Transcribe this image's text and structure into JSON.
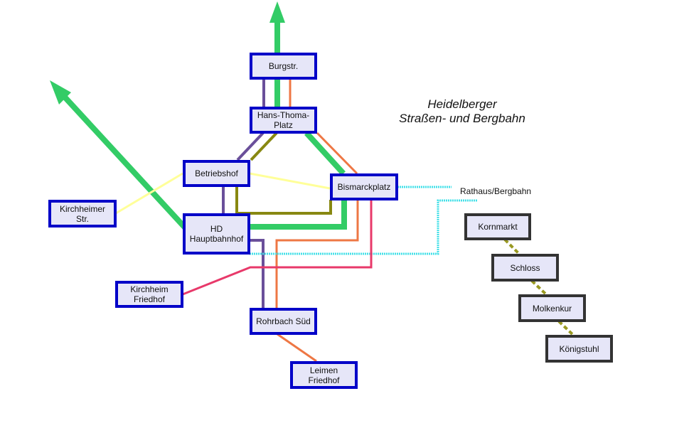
{
  "title": "Heidelberger\nStraßen- und Bergbahn",
  "labels": {
    "rathaus": "Rathaus/Bergbahn"
  },
  "colors": {
    "green": "#33cc66",
    "purple": "#6a4f9a",
    "orange": "#ee7744",
    "olive": "#888811",
    "yellow": "#ffff99",
    "pink": "#e8396a",
    "cyan": "#44e0e8",
    "bergbahn": "#999922",
    "station_border": "#0000c8",
    "bergbahn_border": "#333333",
    "station_fill": "#e6e6f8"
  },
  "stations": {
    "burgstr": "Burgstr.",
    "hans_thoma_platz": "Hans-Thoma-\nPlatz",
    "betriebshof": "Betriebshof",
    "bismarckplatz": "Bismarckplatz",
    "kirchheimer_str": "Kirchheimer\nStr.",
    "hd_hauptbahnhof": "HD\nHauptbahnhof",
    "kirchheim_friedhof": "Kirchheim\nFriedhof",
    "rohrbach_sued": "Rohrbach Süd",
    "leimen_friedhof": "Leimen\nFriedhof"
  },
  "bergbahn_stations": {
    "kornmarkt": "Kornmarkt",
    "schloss": "Schloss",
    "molkenkur": "Molkenkur",
    "koenigstuhl": "Königstuhl"
  },
  "routes": [
    {
      "name": "green",
      "from": "HD Hauptbahnhof",
      "via": [
        "Bismarckplatz",
        "Hans-Thoma-Platz",
        "Burgstr."
      ],
      "continues": "north"
    },
    {
      "name": "green-west",
      "from": "HD Hauptbahnhof",
      "continues": "north-west"
    },
    {
      "name": "purple",
      "from": "Burgstr.",
      "via": [
        "Hans-Thoma-Platz",
        "Betriebshof",
        "HD Hauptbahnhof"
      ],
      "to": "Rohrbach Süd"
    },
    {
      "name": "orange",
      "from": "Burgstr.",
      "via": [
        "Hans-Thoma-Platz",
        "Bismarckplatz",
        "Rohrbach Süd"
      ],
      "to": "Leimen Friedhof"
    },
    {
      "name": "olive",
      "from": "Hans-Thoma-Platz",
      "via": [
        "Betriebshof",
        "HD Hauptbahnhof"
      ],
      "to": "Bismarckplatz"
    },
    {
      "name": "yellow",
      "from": "Kirchheimer Str.",
      "via": [
        "Betriebshof"
      ],
      "to": "Bismarckplatz"
    },
    {
      "name": "pink",
      "from": "Bismarckplatz",
      "to": "Kirchheim Friedhof"
    },
    {
      "name": "cyan",
      "from": "Bismarckplatz",
      "via": [
        "Rathaus/Bergbahn"
      ],
      "to": "HD Hauptbahnhof",
      "style": "dotted"
    },
    {
      "name": "bergbahn",
      "from": "Kornmarkt",
      "via": [
        "Schloss",
        "Molkenkur"
      ],
      "to": "Königstuhl",
      "style": "dashed"
    }
  ]
}
